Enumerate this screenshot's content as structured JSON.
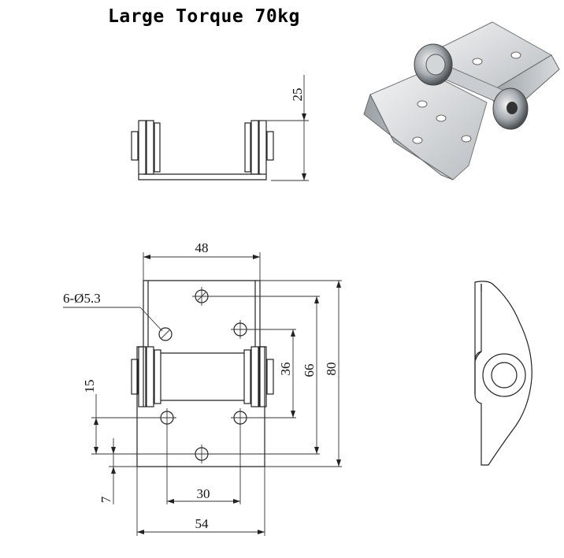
{
  "title": "Large Torque 70kg",
  "dimensions": {
    "side_height": "25",
    "width_top": "48",
    "hole_spec": "6-Ø5.3",
    "pin_span": "36",
    "hole_span": "66",
    "total_height": "80",
    "offset_15": "15",
    "offset_7": "7",
    "hole_spacing": "30",
    "total_width": "54"
  },
  "colors": {
    "line": "#222222",
    "metal_light": "#e6e8ea",
    "metal_dark": "#8a8f94"
  }
}
